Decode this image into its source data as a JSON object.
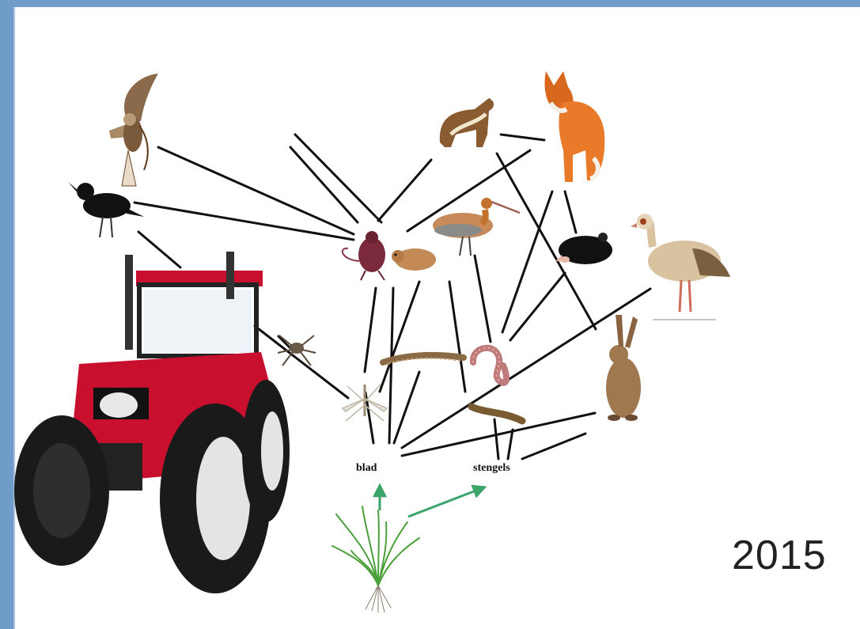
{
  "diagram": {
    "year": "2015",
    "labels": {
      "leaf": "blad",
      "stems": "stengels"
    },
    "organisms": [
      {
        "name": "buzzard",
        "icon": "buzzard-icon"
      },
      {
        "name": "crow",
        "icon": "crow-icon"
      },
      {
        "name": "tractor",
        "icon": "tractor-icon"
      },
      {
        "name": "spider",
        "icon": "spider-icon"
      },
      {
        "name": "rat",
        "icon": "rat-icon"
      },
      {
        "name": "vole",
        "icon": "vole-icon"
      },
      {
        "name": "weasel",
        "icon": "weasel-icon"
      },
      {
        "name": "fox",
        "icon": "fox-icon"
      },
      {
        "name": "godwit",
        "icon": "godwit-icon"
      },
      {
        "name": "mole",
        "icon": "mole-icon"
      },
      {
        "name": "egyptian-goose",
        "icon": "goose-icon"
      },
      {
        "name": "hare",
        "icon": "hare-icon"
      },
      {
        "name": "earthworm",
        "icon": "worm-icon"
      },
      {
        "name": "leatherjacket",
        "icon": "larva-icon"
      },
      {
        "name": "crane-fly",
        "icon": "cranefly-icon"
      },
      {
        "name": "millipede",
        "icon": "millipede-icon"
      },
      {
        "name": "grass",
        "icon": "grass-icon"
      }
    ],
    "colors": {
      "frame": "#6f9cc8",
      "link": "#111111",
      "arrow": "#3aa46a",
      "tractor-red": "#c8102e"
    }
  }
}
